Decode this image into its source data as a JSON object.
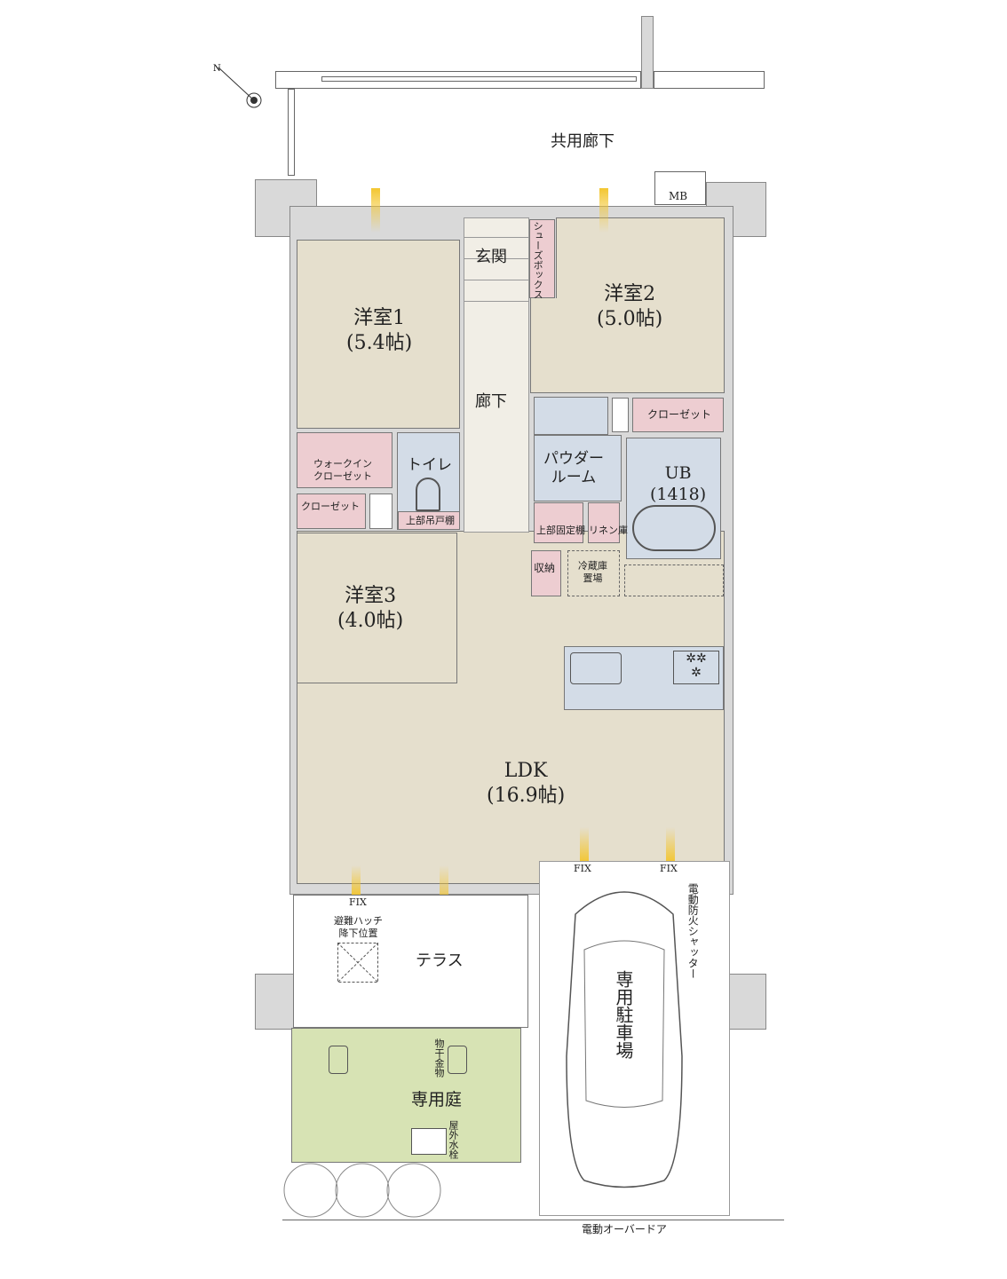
{
  "labels": {
    "common_corridor": "共用廊下",
    "mb": "MB",
    "genkan": "玄関",
    "shoe_box": "シューズボックス",
    "room1": {
      "name": "洋室1",
      "size": "(5.4帖)"
    },
    "room2": {
      "name": "洋室2",
      "size": "(5.0帖)"
    },
    "room3": {
      "name": "洋室3",
      "size": "(4.0帖)"
    },
    "hallway": "廊下",
    "closet": "クローゼット",
    "closet2": "クローゼット",
    "walkin_closet": [
      "ウォークイン",
      "クローゼット"
    ],
    "toilet": "トイレ",
    "upper_cabinet": "上部吊戸棚",
    "powder_room": [
      "パウダー",
      "ルーム"
    ],
    "ub": {
      "name": "UB",
      "size": "(1418)"
    },
    "upper_shelf": "上部固定棚",
    "linen": "リネン庫",
    "storage": "収納",
    "fridge": [
      "冷蔵庫",
      "置場"
    ],
    "ldk": {
      "name": "LDK",
      "size": "(16.9帖)"
    },
    "fix": [
      "FIX",
      "FIX",
      "FIX"
    ],
    "hatch": [
      "避難ハッチ",
      "降下位置"
    ],
    "terrace": "テラス",
    "laundry_hardware": "物干金物",
    "garden": "専用庭",
    "outdoor_faucet": "屋外水栓",
    "parking": "専用駐車場",
    "shutter": "電動防火シャッター",
    "overhead_door": "電動オーバードア"
  },
  "colors": {
    "room": "#e5dfcd",
    "wet": "#d3dce7",
    "closet": "#edcdd1",
    "garden": "#d7e3b4",
    "wall": "#d9d9d9"
  }
}
